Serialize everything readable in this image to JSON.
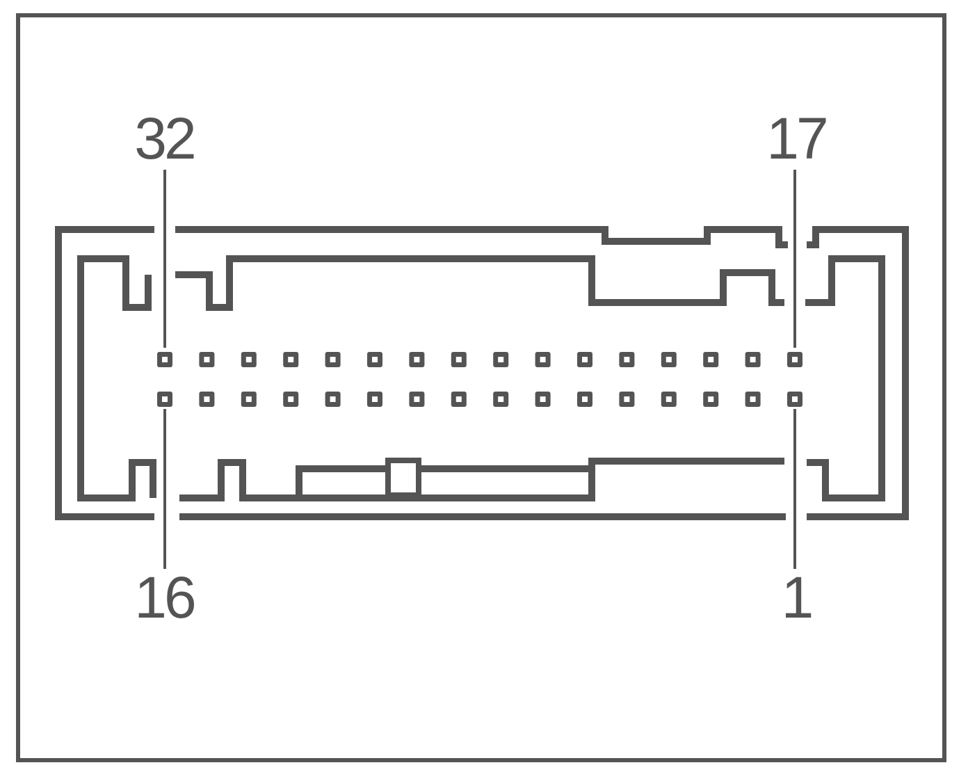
{
  "connector": {
    "pin_labels": {
      "top_left": "32",
      "top_right": "17",
      "bottom_left": "16",
      "bottom_right": "1"
    },
    "pins_per_row": 16,
    "rows": 2
  },
  "colors": {
    "line": "#545454",
    "background": "#ffffff"
  }
}
